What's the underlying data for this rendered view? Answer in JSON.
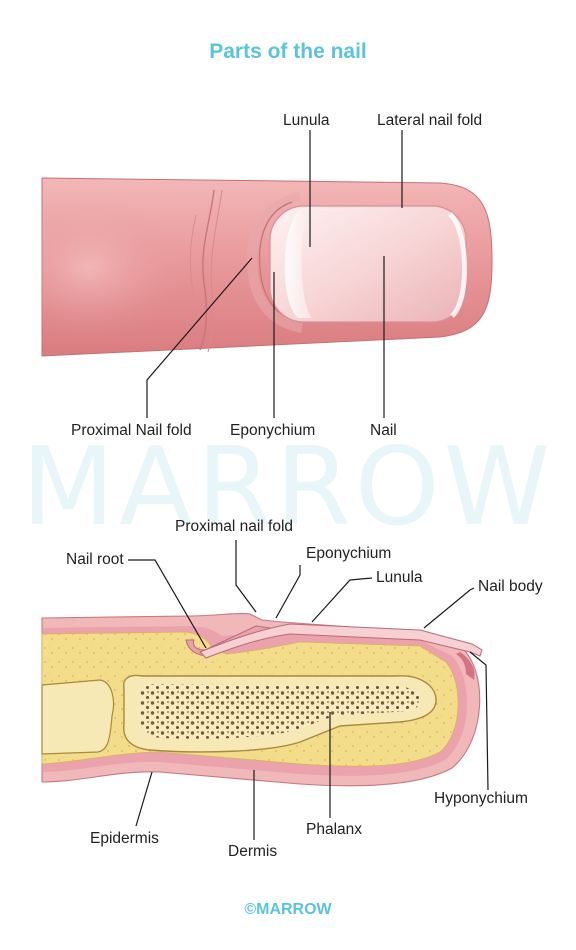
{
  "title": "Parts of the nail",
  "watermark": "MARROW",
  "footer": "©MARROW",
  "top_view": {
    "labels": {
      "lunula": "Lunula",
      "lateral_nail_fold": "Lateral nail fold",
      "proximal_nail_fold": "Proximal Nail fold",
      "eponychium": "Eponychium",
      "nail": "Nail"
    }
  },
  "cross_section": {
    "labels": {
      "proximal_nail_fold": "Proximal nail fold",
      "nail_root": "Nail root",
      "eponychium": "Eponychium",
      "lunula": "Lunula",
      "nail_body": "Nail body",
      "hyponychium": "Hyponychium",
      "epidermis": "Epidermis",
      "dermis": "Dermis",
      "phalanx": "Phalanx"
    }
  },
  "colors": {
    "title": "#5bc4dd",
    "skin": "#eeaaa9",
    "nail": "#f8dada",
    "bone_marrow": "#f3dc8a",
    "cortical_bone": "#f7e9b5",
    "watermark": "#d6eff6"
  }
}
